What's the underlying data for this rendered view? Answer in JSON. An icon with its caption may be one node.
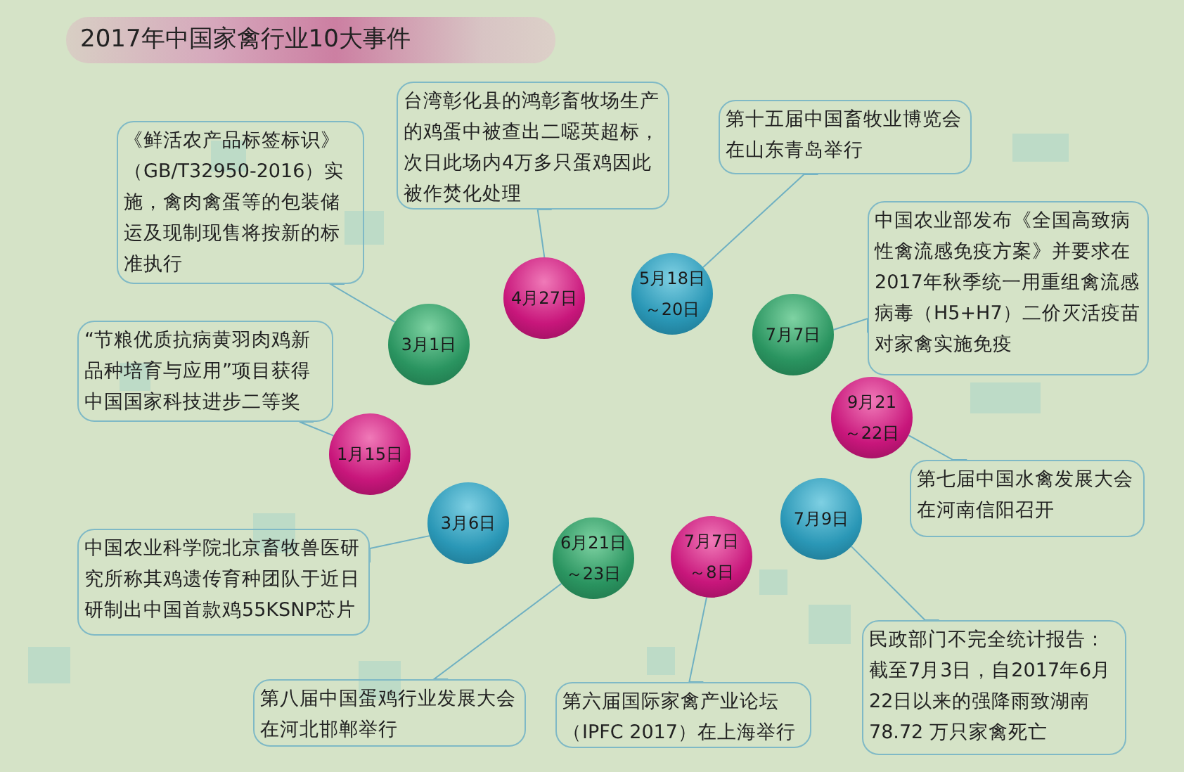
{
  "diagram": {
    "title": "2017年中国家禽行业10大事件",
    "nodes": [
      {
        "text": [
          "《鲜活农产品标签标识》（GB/T32950-2016）实施，禽肉禽蛋等的包装储运及现制现售将按新的标准执行"
        ]
      },
      {
        "text": [
          "台湾彰化县的鸿彰畜牧场生产的鸡蛋中被查出二噁英超标，次日此场内4万多只蛋鸡因此被作焚化处理"
        ]
      },
      {
        "text": [
          "第十五届中国畜牧业博览会在山东青岛举行"
        ]
      },
      {
        "text": [
          "中国农业部发布《全国高致病性禽流感免疫方案》并要求在2017年秋季统一用重组禽流感病毒（H5+H7）二价灭活疫苗对家禽实施免疫"
        ]
      },
      {
        "text": [
          "3月1日"
        ]
      },
      {
        "text": [
          "4月27日"
        ]
      },
      {
        "text": [
          "5月18日",
          "～20日"
        ]
      },
      {
        "text": [
          "7月7日"
        ]
      },
      {
        "text": [
          "“节粮优质抗病黄羽肉鸡新品种培育与应用”项目获得中国国家科技进步二等奖"
        ]
      },
      {
        "text": [
          "9月21",
          "～22日"
        ]
      },
      {
        "text": [
          "1月15日"
        ]
      },
      {
        "text": [
          "第七届中国水禽发展大会在河南信阳召开"
        ]
      },
      {
        "text": [
          "3月6日"
        ]
      },
      {
        "text": [
          "6月21日",
          "～23日"
        ]
      },
      {
        "text": [
          "7月7日",
          "～8日"
        ]
      },
      {
        "text": [
          "7月9日"
        ]
      },
      {
        "text": [
          "中国农业科学院北京畜牧兽医研究所称其鸡遗传育种团队于近日研制出中国首款鸡55KSNP芯片"
        ]
      },
      {
        "text": [
          "民政部门不完全统计报告：截至7月3日，自2017年6月22日以来的强降雨致湖南78.72 万只家禽死亡"
        ]
      },
      {
        "text": [
          "第八届中国蛋鸡行业发展大会在河北邯郸举行"
        ]
      },
      {
        "text": [
          "第六届国际家禽产业论坛（IPFC 2017）在上海举行"
        ]
      }
    ],
    "edges": [
      {
        "from": 0,
        "to": 4,
        "arrow": "none"
      },
      {
        "from": 1,
        "to": 5,
        "arrow": "none"
      },
      {
        "from": 2,
        "to": 6,
        "arrow": "none"
      },
      {
        "from": 3,
        "to": 7,
        "arrow": "none"
      },
      {
        "from": 8,
        "to": 10,
        "arrow": "none"
      },
      {
        "from": 11,
        "to": 9,
        "arrow": "none"
      },
      {
        "from": 16,
        "to": 12,
        "arrow": "none"
      },
      {
        "from": 17,
        "to": 15,
        "arrow": "none"
      },
      {
        "from": 18,
        "to": 13,
        "arrow": "none"
      },
      {
        "from": 19,
        "to": 14,
        "arrow": "none"
      }
    ]
  }
}
